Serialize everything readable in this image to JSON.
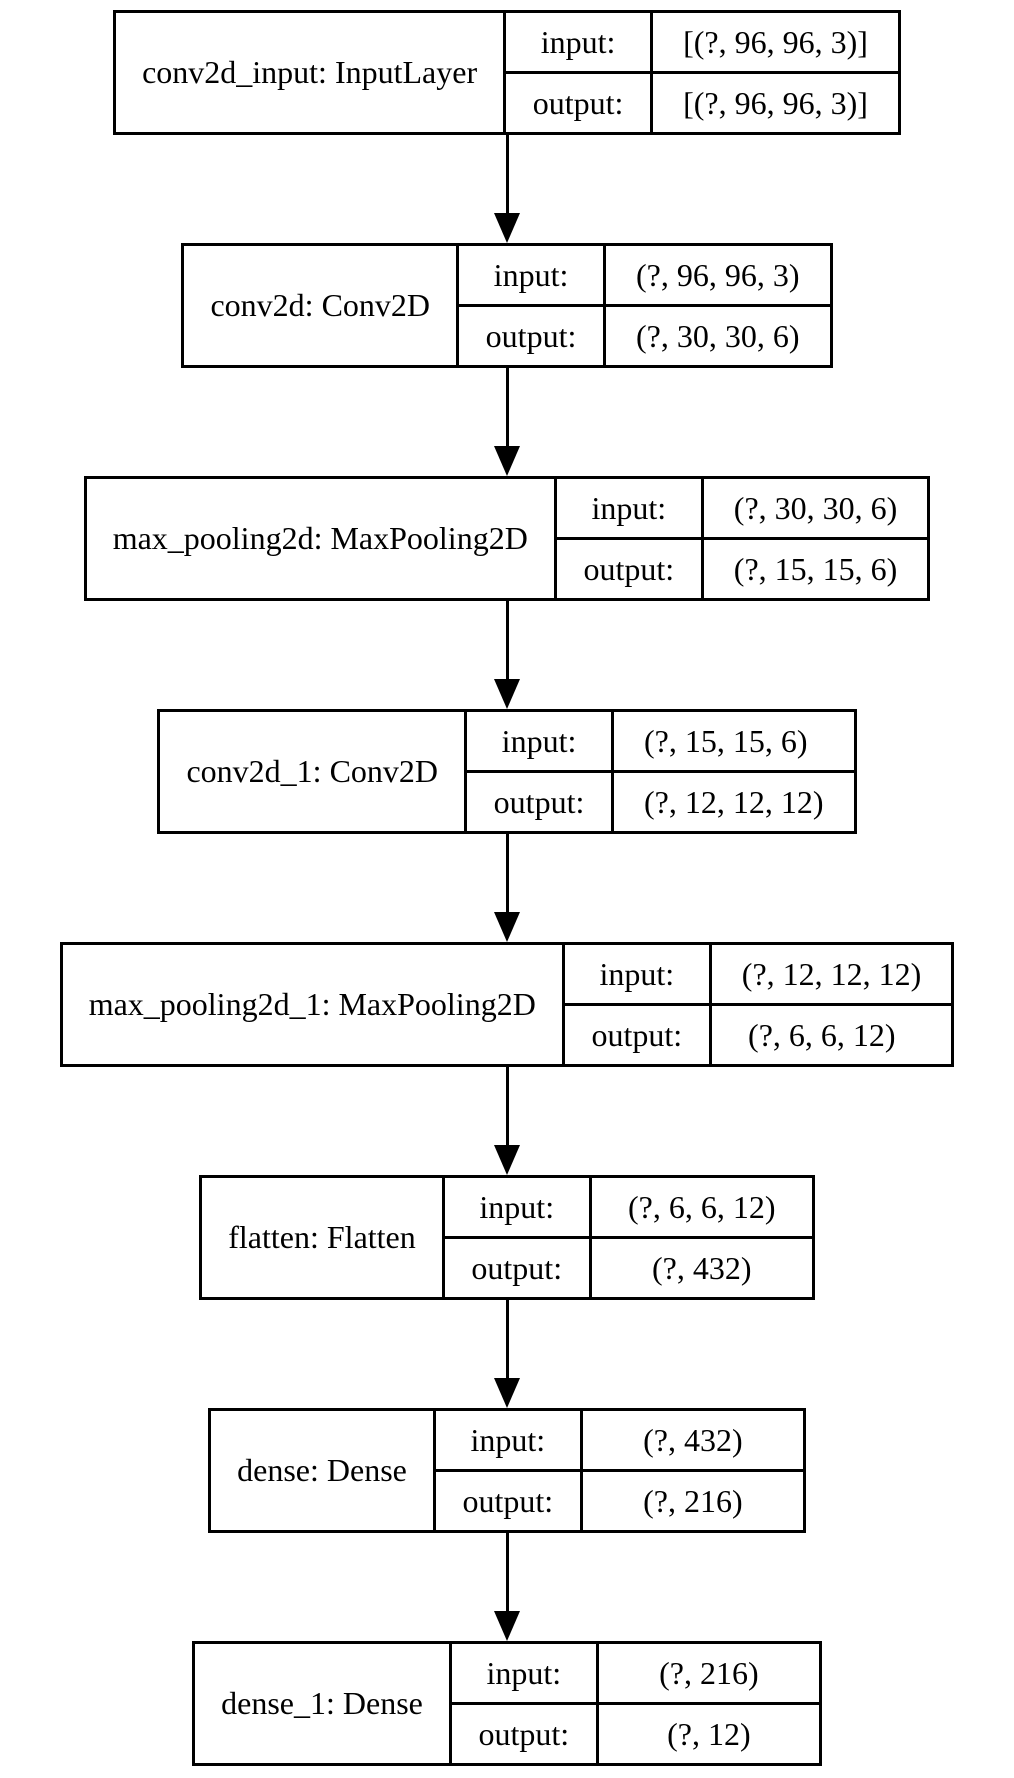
{
  "diagram": {
    "type": "keras-model-plot",
    "colors": {
      "background": "#ffffff",
      "border": "#000000",
      "text": "#000000",
      "arrow": "#000000"
    },
    "labels": {
      "input": "input:",
      "output": "output:"
    },
    "layers": [
      {
        "name": "conv2d_input: InputLayer",
        "input": "[(?, 96, 96, 3)]",
        "output": "[(?, 96, 96, 3)]"
      },
      {
        "name": "conv2d: Conv2D",
        "input": "(?, 96, 96, 3)",
        "output": "(?, 30, 30, 6)"
      },
      {
        "name": "max_pooling2d: MaxPooling2D",
        "input": "(?, 30, 30, 6)",
        "output": "(?, 15, 15, 6)"
      },
      {
        "name": "conv2d_1: Conv2D",
        "input": "(?, 15, 15, 6)",
        "output": "(?, 12, 12, 12)"
      },
      {
        "name": "max_pooling2d_1: MaxPooling2D",
        "input": "(?, 12, 12, 12)",
        "output": "(?, 6, 6, 12)"
      },
      {
        "name": "flatten: Flatten",
        "input": "(?, 6, 6, 12)",
        "output": "(?, 432)"
      },
      {
        "name": "dense: Dense",
        "input": "(?, 432)",
        "output": "(?, 216)"
      },
      {
        "name": "dense_1: Dense",
        "input": "(?, 216)",
        "output": "(?, 12)"
      }
    ]
  }
}
